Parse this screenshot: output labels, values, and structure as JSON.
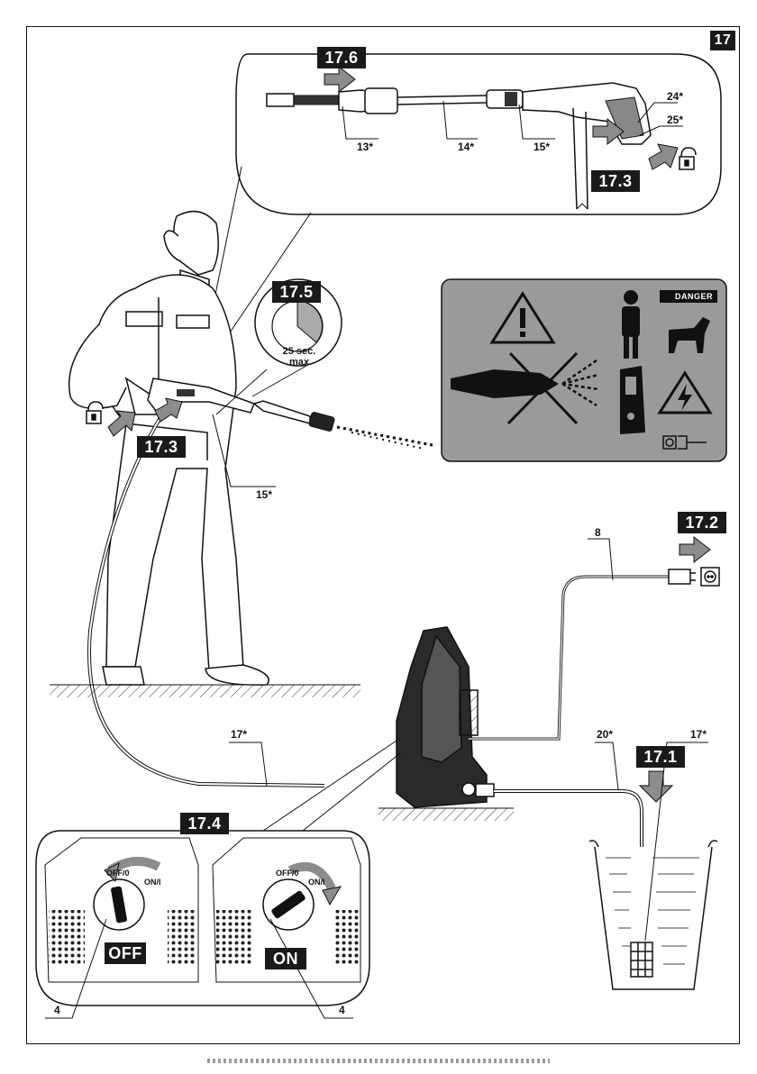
{
  "page_number": "17",
  "steps": {
    "s171": "17.1",
    "s172": "17.2",
    "s173a": "17.3",
    "s173b": "17.3",
    "s174": "17.4",
    "s175": "17.5",
    "s176": "17.6"
  },
  "parts": {
    "p13": "13*",
    "p14": "14*",
    "p15a": "15*",
    "p15b": "15*",
    "p24": "24*",
    "p25": "25*",
    "p8": "8",
    "p17a": "17*",
    "p17b": "17*",
    "p20": "20*",
    "p4a": "4",
    "p4b": "4"
  },
  "timer": {
    "line1": "25 sec.",
    "line2": "max"
  },
  "warning_panel": {
    "danger_label": "DANGER"
  },
  "switch": {
    "off_label": "OFF/0",
    "on_label": "ON/I",
    "off_badge": "OFF",
    "on_badge": "ON"
  },
  "colors": {
    "badge": "#1a1a1a",
    "arrow": "#8c8c8c",
    "panel": "#9a9a9a"
  },
  "icons": [
    "unlock-icon",
    "warning-triangle-icon",
    "person-icon",
    "dog-icon",
    "electric-hazard-icon",
    "plug-icon",
    "socket-icon",
    "clock-icon"
  ]
}
